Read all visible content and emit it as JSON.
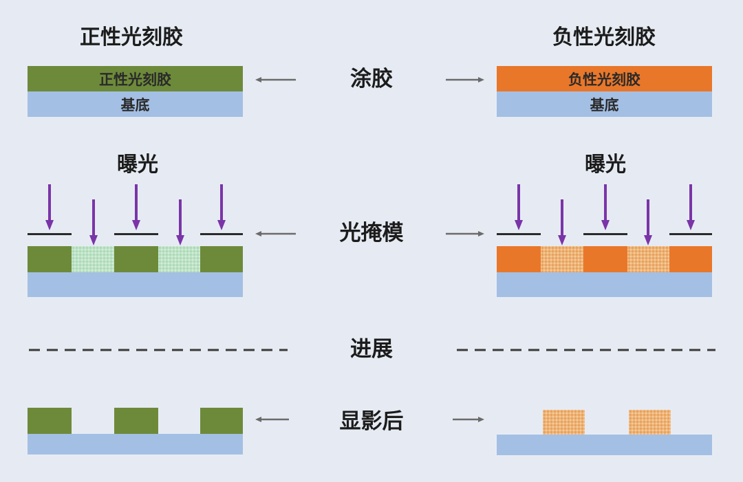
{
  "labels": {
    "positive_title": "正性光刻胶",
    "negative_title": "负性光刻胶",
    "coating": "涂胶",
    "exposure_left": "曝光",
    "exposure_right": "曝光",
    "photomask": "光掩模",
    "progress": "进展",
    "after_development": "显影后",
    "positive_layer": "正性光刻胶",
    "negative_layer": "负性光刻胶",
    "substrate_left": "基底",
    "substrate_right": "基底"
  },
  "colors": {
    "positive_resist": "#6d8a3a",
    "negative_resist": "#e9772a",
    "substrate": "#a4bfe4",
    "light_arrow": "#7a34a8",
    "flow_arrow": "#6b6b6b"
  }
}
